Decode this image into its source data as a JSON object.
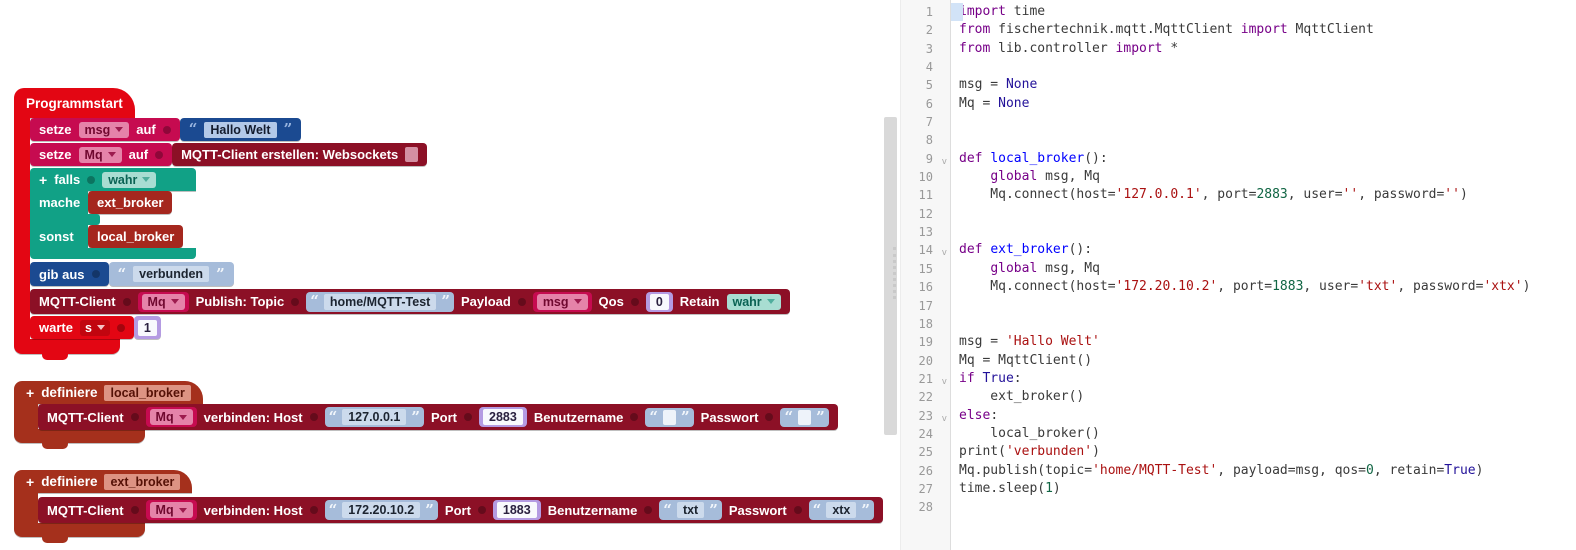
{
  "ui": {
    "quote_open": "“",
    "quote_close": "”",
    "plus": "+",
    "fold_glyph": "v"
  },
  "colors": {
    "program_red": "#e30613",
    "variable_crimson": "#c60b50",
    "string_navy": "#1b4a91",
    "mqtt_maroon": "#8c1026",
    "logic_teal": "#11a186",
    "procedure_call_red": "#a5271e",
    "define_brick": "#a5301c",
    "shadow_slate": "#a6bcda",
    "shadow_purple": "#b49be2",
    "shadow_teal": "#a8ddd2",
    "code_keyword": "#770088",
    "code_string": "#aa1111",
    "code_number": "#116644",
    "code_atom": "#221199",
    "code_defname": "#0000ff"
  },
  "workspace": {
    "program": {
      "hat": "Programmstart",
      "set_msg": {
        "kw1": "setze",
        "var": "msg",
        "kw2": "auf",
        "value": "Hallo Welt"
      },
      "set_mq": {
        "kw1": "setze",
        "var": "Mq",
        "kw2": "auf",
        "expr": "MQTT-Client erstellen: Websockets"
      },
      "if": {
        "falls": "falls",
        "cond": "wahr",
        "mache": "mache",
        "then_call": "ext_broker",
        "sonst": "sonst",
        "else_call": "local_broker"
      },
      "print": {
        "label": "gib aus",
        "value": "verbunden"
      },
      "publish": {
        "client": "MQTT-Client",
        "var": "Mq",
        "topic_label": "Publish: Topic",
        "topic": "home/MQTT-Test",
        "payload_label": "Payload",
        "payload_var": "msg",
        "qos_label": "Qos",
        "qos": "0",
        "retain_label": "Retain",
        "retain": "wahr"
      },
      "wait": {
        "label": "warte",
        "unit": "s",
        "value": "1"
      }
    },
    "defs": [
      {
        "definiere": "definiere",
        "name": "local_broker",
        "client": "MQTT-Client",
        "var": "Mq",
        "connect_label": "verbinden: Host",
        "host": "127.0.0.1",
        "port_label": "Port",
        "port": "2883",
        "user_label": "Benutzername",
        "user": "",
        "pass_label": "Passwort",
        "pass": ""
      },
      {
        "definiere": "definiere",
        "name": "ext_broker",
        "client": "MQTT-Client",
        "var": "Mq",
        "connect_label": "verbinden: Host",
        "host": "172.20.10.2",
        "port_label": "Port",
        "port": "1883",
        "user_label": "Benutzername",
        "user": "txt",
        "pass_label": "Passwort",
        "pass": "xtx"
      }
    ]
  },
  "code": {
    "lines": [
      {
        "n": 1,
        "fold": false,
        "sel": true,
        "segs": [
          [
            "kw",
            "import"
          ],
          [
            "pl",
            " time"
          ]
        ]
      },
      {
        "n": 2,
        "fold": false,
        "segs": [
          [
            "kw",
            "from"
          ],
          [
            "pl",
            " fischertechnik.mqtt.MqttClient "
          ],
          [
            "kw",
            "import"
          ],
          [
            "pl",
            " MqttClient"
          ]
        ]
      },
      {
        "n": 3,
        "fold": false,
        "segs": [
          [
            "kw",
            "from"
          ],
          [
            "pl",
            " lib.controller "
          ],
          [
            "kw",
            "import"
          ],
          [
            "pl",
            " *"
          ]
        ]
      },
      {
        "n": 4,
        "fold": false,
        "segs": []
      },
      {
        "n": 5,
        "fold": false,
        "segs": [
          [
            "pl",
            "msg = "
          ],
          [
            "atom",
            "None"
          ]
        ]
      },
      {
        "n": 6,
        "fold": false,
        "segs": [
          [
            "pl",
            "Mq = "
          ],
          [
            "atom",
            "None"
          ]
        ]
      },
      {
        "n": 7,
        "fold": false,
        "segs": []
      },
      {
        "n": 8,
        "fold": false,
        "segs": []
      },
      {
        "n": 9,
        "fold": true,
        "segs": [
          [
            "kw",
            "def"
          ],
          [
            "pl",
            " "
          ],
          [
            "def",
            "local_broker"
          ],
          [
            "pl",
            "():"
          ]
        ]
      },
      {
        "n": 10,
        "fold": false,
        "segs": [
          [
            "pl",
            "    "
          ],
          [
            "kw",
            "global"
          ],
          [
            "pl",
            " msg, Mq"
          ]
        ]
      },
      {
        "n": 11,
        "fold": false,
        "segs": [
          [
            "pl",
            "    Mq.connect(host="
          ],
          [
            "str",
            "'127.0.0.1'"
          ],
          [
            "pl",
            ", port="
          ],
          [
            "num",
            "2883"
          ],
          [
            "pl",
            ", user="
          ],
          [
            "str",
            "''"
          ],
          [
            "pl",
            ", password="
          ],
          [
            "str",
            "''"
          ],
          [
            "pl",
            ")"
          ]
        ]
      },
      {
        "n": 12,
        "fold": false,
        "segs": []
      },
      {
        "n": 13,
        "fold": false,
        "segs": []
      },
      {
        "n": 14,
        "fold": true,
        "segs": [
          [
            "kw",
            "def"
          ],
          [
            "pl",
            " "
          ],
          [
            "def",
            "ext_broker"
          ],
          [
            "pl",
            "():"
          ]
        ]
      },
      {
        "n": 15,
        "fold": false,
        "segs": [
          [
            "pl",
            "    "
          ],
          [
            "kw",
            "global"
          ],
          [
            "pl",
            " msg, Mq"
          ]
        ]
      },
      {
        "n": 16,
        "fold": false,
        "segs": [
          [
            "pl",
            "    Mq.connect(host="
          ],
          [
            "str",
            "'172.20.10.2'"
          ],
          [
            "pl",
            ", port="
          ],
          [
            "num",
            "1883"
          ],
          [
            "pl",
            ", user="
          ],
          [
            "str",
            "'txt'"
          ],
          [
            "pl",
            ", password="
          ],
          [
            "str",
            "'xtx'"
          ],
          [
            "pl",
            ")"
          ]
        ]
      },
      {
        "n": 17,
        "fold": false,
        "segs": []
      },
      {
        "n": 18,
        "fold": false,
        "segs": []
      },
      {
        "n": 19,
        "fold": false,
        "segs": [
          [
            "pl",
            "msg = "
          ],
          [
            "str",
            "'Hallo Welt'"
          ]
        ]
      },
      {
        "n": 20,
        "fold": false,
        "segs": [
          [
            "pl",
            "Mq = MqttClient()"
          ]
        ]
      },
      {
        "n": 21,
        "fold": true,
        "segs": [
          [
            "kw",
            "if"
          ],
          [
            "pl",
            " "
          ],
          [
            "atom",
            "True"
          ],
          [
            "pl",
            ":"
          ]
        ]
      },
      {
        "n": 22,
        "fold": false,
        "segs": [
          [
            "pl",
            "    ext_broker()"
          ]
        ]
      },
      {
        "n": 23,
        "fold": true,
        "segs": [
          [
            "kw",
            "else"
          ],
          [
            "pl",
            ":"
          ]
        ]
      },
      {
        "n": 24,
        "fold": false,
        "segs": [
          [
            "pl",
            "    local_broker()"
          ]
        ]
      },
      {
        "n": 25,
        "fold": false,
        "segs": [
          [
            "pl",
            "print("
          ],
          [
            "str",
            "'verbunden'"
          ],
          [
            "pl",
            ")"
          ]
        ]
      },
      {
        "n": 26,
        "fold": false,
        "segs": [
          [
            "pl",
            "Mq.publish(topic="
          ],
          [
            "str",
            "'home/MQTT-Test'"
          ],
          [
            "pl",
            ", payload=msg, qos="
          ],
          [
            "num",
            "0"
          ],
          [
            "pl",
            ", retain="
          ],
          [
            "atom",
            "True"
          ],
          [
            "pl",
            ")"
          ]
        ]
      },
      {
        "n": 27,
        "fold": false,
        "segs": [
          [
            "pl",
            "time.sleep("
          ],
          [
            "num",
            "1"
          ],
          [
            "pl",
            ")"
          ]
        ]
      },
      {
        "n": 28,
        "fold": false,
        "segs": []
      }
    ]
  }
}
